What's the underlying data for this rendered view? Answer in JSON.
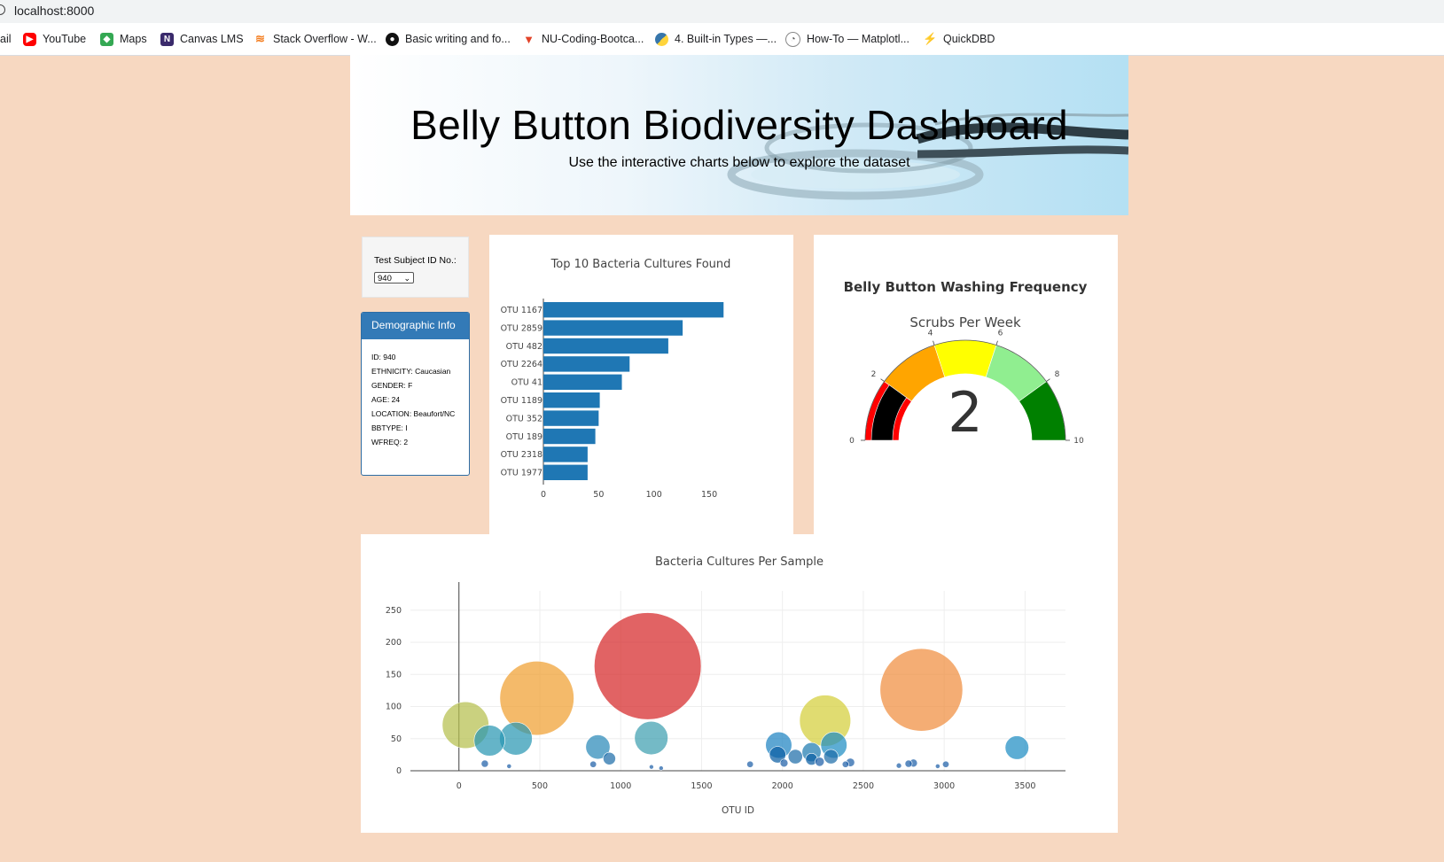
{
  "browser": {
    "url": "localhost:8000",
    "bookmarks": [
      {
        "label": "ail"
      },
      {
        "label": "YouTube"
      },
      {
        "label": "Maps"
      },
      {
        "label": "Canvas LMS"
      },
      {
        "label": "Stack Overflow - W..."
      },
      {
        "label": "Basic writing and fo..."
      },
      {
        "label": "NU-Coding-Bootca..."
      },
      {
        "label": "4. Built-in Types —..."
      },
      {
        "label": "How-To — Matplotl..."
      },
      {
        "label": "QuickDBD"
      }
    ]
  },
  "header": {
    "title": "Belly Button Biodiversity Dashboard",
    "subtitle": "Use the interactive charts below to explore the dataset"
  },
  "selector": {
    "label": "Test Subject ID No.:",
    "selected": "940"
  },
  "demographics": {
    "heading": "Demographic Info",
    "rows": [
      "ID: 940",
      "ETHNICITY: Caucasian",
      "GENDER: F",
      "AGE: 24",
      "LOCATION: Beaufort/NC",
      "BBTYPE: I",
      "WFREQ: 2"
    ]
  },
  "chart_data": [
    {
      "type": "bar",
      "orientation": "horizontal",
      "title": "Top 10 Bacteria Cultures Found",
      "categories": [
        "OTU 1167",
        "OTU 2859",
        "OTU 482",
        "OTU 2264",
        "OTU 41",
        "OTU 1189",
        "OTU 352",
        "OTU 189",
        "OTU 2318",
        "OTU 1977"
      ],
      "values": [
        163,
        126,
        113,
        78,
        71,
        51,
        50,
        47,
        40,
        40
      ],
      "xlim": [
        0,
        170
      ],
      "xticks": [
        "0",
        "50",
        "100",
        "150"
      ],
      "color": "#1f77b4"
    },
    {
      "type": "gauge",
      "title": "Belly Button Washing Frequency",
      "subtitle": "Scrubs Per Week",
      "value": 2,
      "range": [
        0,
        10
      ],
      "tick_labels": [
        "0",
        "2",
        "4",
        "6",
        "8",
        "10"
      ],
      "bands": [
        {
          "from": 0,
          "to": 2,
          "color": "#ff0000"
        },
        {
          "from": 2,
          "to": 4,
          "color": "#ffa500"
        },
        {
          "from": 4,
          "to": 6,
          "color": "#ffff00"
        },
        {
          "from": 6,
          "to": 8,
          "color": "#90ee90"
        },
        {
          "from": 8,
          "to": 10,
          "color": "#008000"
        }
      ],
      "bar_color": "#000000"
    },
    {
      "type": "scatter",
      "title": "Bacteria Cultures Per Sample",
      "xlabel": "OTU ID",
      "xlim": [
        -300,
        3750
      ],
      "ylim": [
        0,
        280
      ],
      "xticks": [
        "0",
        "500",
        "1000",
        "1500",
        "2000",
        "2500",
        "3000",
        "3500"
      ],
      "yticks": [
        "0",
        "50",
        "100",
        "150",
        "200",
        "250"
      ],
      "points": [
        {
          "x": 41,
          "y": 71,
          "color": "#b5bf4e"
        },
        {
          "x": 189,
          "y": 47,
          "color": "#2a97b3"
        },
        {
          "x": 352,
          "y": 50,
          "color": "#2a97b3"
        },
        {
          "x": 482,
          "y": 113,
          "color": "#f0a030"
        },
        {
          "x": 859,
          "y": 37,
          "color": "#2a89b8"
        },
        {
          "x": 1167,
          "y": 163,
          "color": "#d62728"
        },
        {
          "x": 1189,
          "y": 51,
          "color": "#3fa0b0"
        },
        {
          "x": 1977,
          "y": 40,
          "color": "#1f84c2"
        },
        {
          "x": 2264,
          "y": 78,
          "color": "#d4cf3a"
        },
        {
          "x": 2318,
          "y": 40,
          "color": "#1f8ec4"
        },
        {
          "x": 2859,
          "y": 126,
          "color": "#f08d3e"
        },
        {
          "x": 3450,
          "y": 36,
          "color": "#1f8ec4"
        },
        {
          "x": 160,
          "y": 11,
          "color": "#1f5fa8"
        },
        {
          "x": 310,
          "y": 7,
          "color": "#1f5fa8"
        },
        {
          "x": 830,
          "y": 10,
          "color": "#1f5fa8"
        },
        {
          "x": 930,
          "y": 19,
          "color": "#1f6ea9"
        },
        {
          "x": 1800,
          "y": 10,
          "color": "#1f5fa8"
        },
        {
          "x": 1970,
          "y": 25,
          "color": "#0b5ea3"
        },
        {
          "x": 2010,
          "y": 12,
          "color": "#1f5fa8"
        },
        {
          "x": 2080,
          "y": 22,
          "color": "#1f6ea9"
        },
        {
          "x": 2180,
          "y": 29,
          "color": "#1f7cb0"
        },
        {
          "x": 2180,
          "y": 18,
          "color": "#0b5ea3"
        },
        {
          "x": 2230,
          "y": 14,
          "color": "#1f5fa8"
        },
        {
          "x": 2300,
          "y": 22,
          "color": "#1f6ea9"
        },
        {
          "x": 2390,
          "y": 10,
          "color": "#1f5fa8"
        },
        {
          "x": 2420,
          "y": 13,
          "color": "#1f5fa8"
        },
        {
          "x": 2720,
          "y": 8,
          "color": "#1f5fa8"
        },
        {
          "x": 2780,
          "y": 11,
          "color": "#1f5fa8"
        },
        {
          "x": 2810,
          "y": 12,
          "color": "#1f5fa8"
        },
        {
          "x": 2960,
          "y": 7,
          "color": "#1f5fa8"
        },
        {
          "x": 3010,
          "y": 10,
          "color": "#1f5fa8"
        },
        {
          "x": 1190,
          "y": 6,
          "color": "#1f5fa8"
        },
        {
          "x": 1250,
          "y": 4,
          "color": "#1f5fa8"
        }
      ]
    }
  ]
}
